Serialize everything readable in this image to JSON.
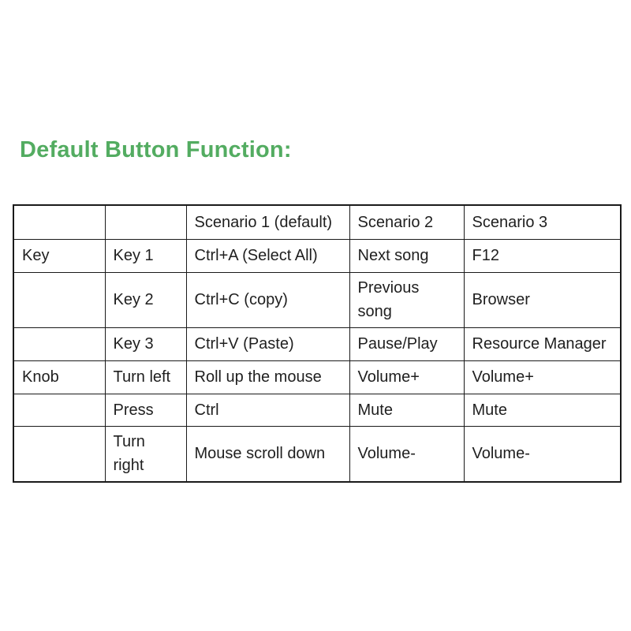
{
  "title": "Default Button Function:",
  "title_color": "#53ac61",
  "table": {
    "columns": [
      "",
      "",
      "Scenario 1 (default)",
      "Scenario 2",
      "Scenario 3"
    ],
    "rows": [
      [
        "Key",
        "Key 1",
        "Ctrl+A (Select All)",
        "Next song",
        "F12"
      ],
      [
        "",
        "Key 2",
        "Ctrl+C (copy)",
        "Previous song",
        "Browser"
      ],
      [
        "",
        "Key 3",
        "Ctrl+V (Paste)",
        "Pause/Play",
        "Resource Manager"
      ],
      [
        "Knob",
        "Turn left",
        "Roll up the mouse",
        "Volume+",
        "Volume+"
      ],
      [
        "",
        "Press",
        "Ctrl",
        "Mute",
        "Mute"
      ],
      [
        "",
        "Turn right",
        "Mouse scroll down",
        "Volume-",
        "Volume-"
      ]
    ]
  }
}
